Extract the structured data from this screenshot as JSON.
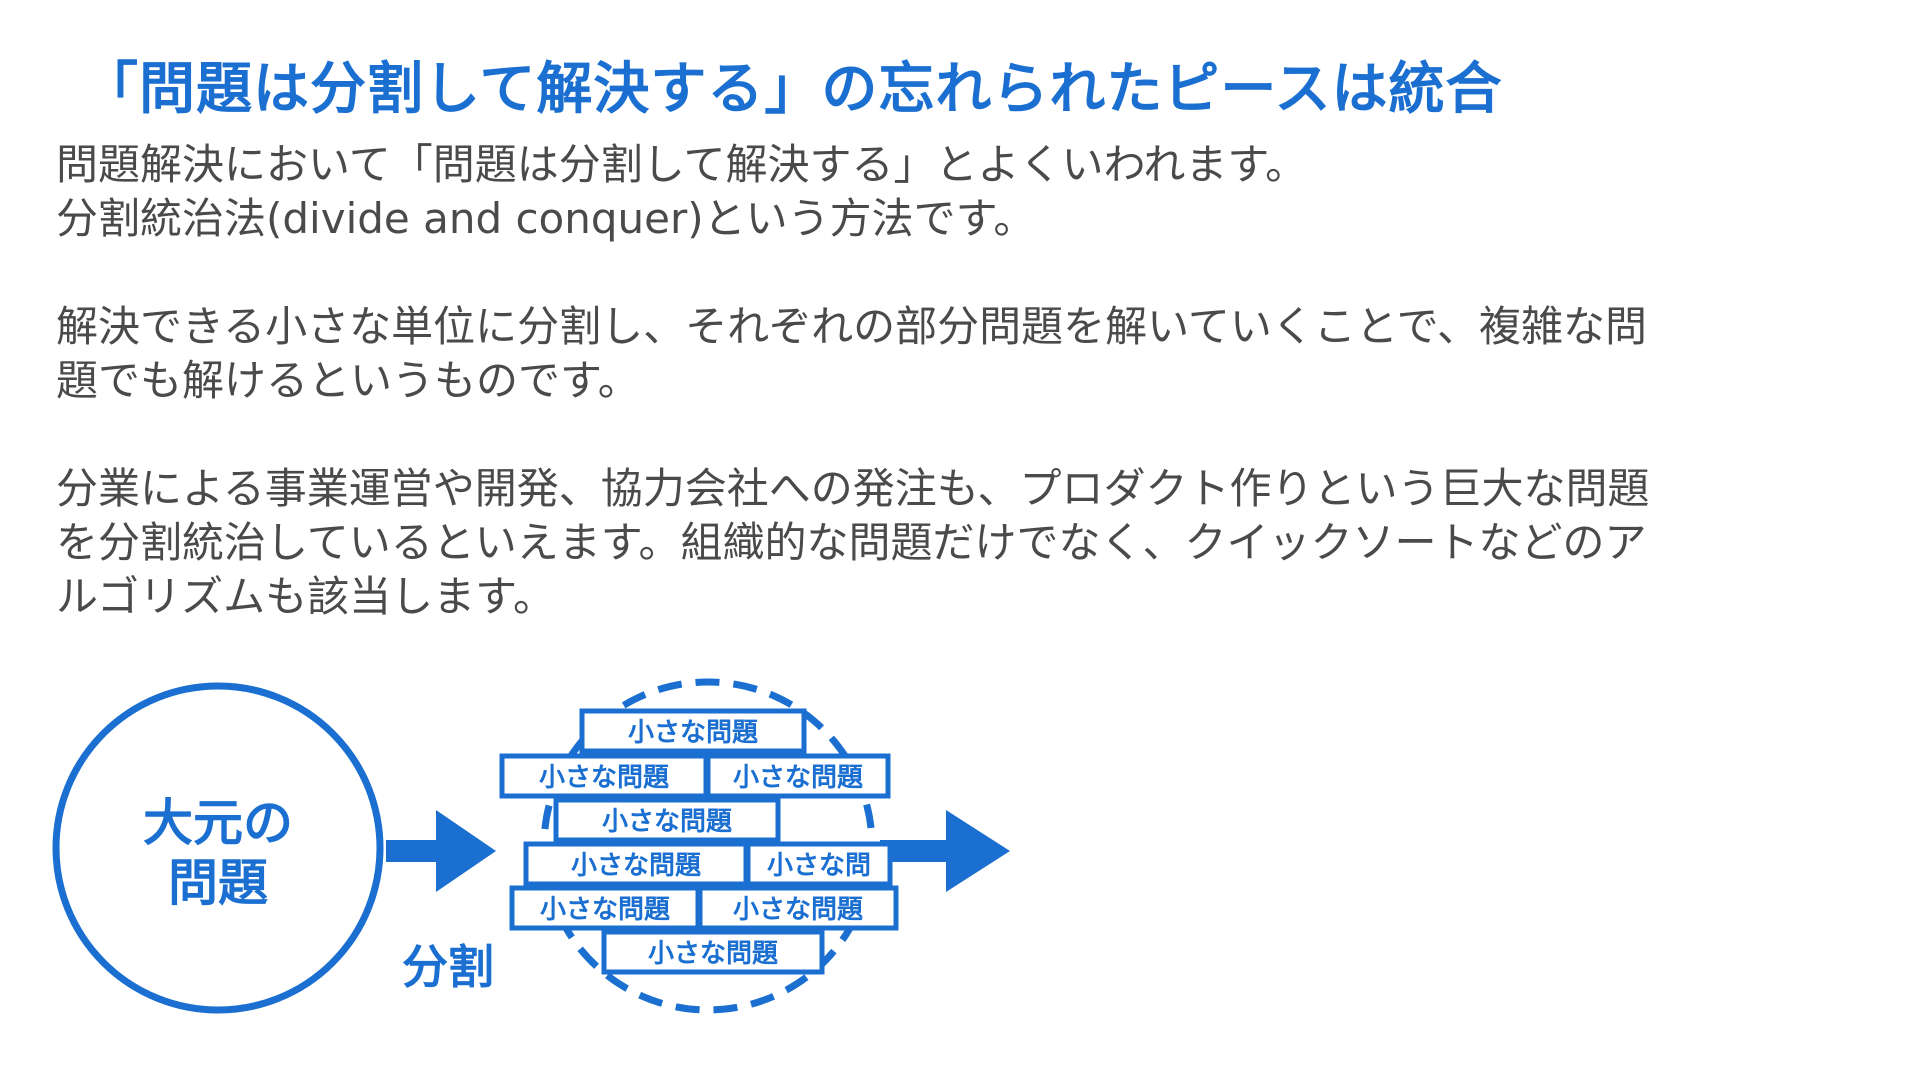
{
  "title": "「問題は分割して解決する」の忘れられたピースは統合",
  "paragraphs": [
    {
      "lines": [
        "問題解決において「問題は分割して解決する」とよくいわれます。",
        "分割統治法(divide and conquer)という方法です。"
      ]
    },
    {
      "lines": [
        "解決できる小さな単位に分割し、それぞれの部分問題を解いていくことで、複雑な問",
        "題でも解けるというものです。"
      ]
    },
    {
      "lines": [
        "分業による事業運営や開発、協力会社への発注も、プロダクト作りという巨大な問題",
        "を分割統治しているといえます。組織的な問題だけでなく、クイックソートなどのア",
        "ルゴリズムも該当します。"
      ]
    }
  ],
  "diagram": {
    "big_problem_line1": "大元の",
    "big_problem_line2": "問題",
    "split_label": "分割",
    "bricks": [
      "小さな問題",
      "小さな問題",
      "小さな問題",
      "小さな問題",
      "小さな問題",
      "小さな問",
      "小さな問題",
      "小さな問題",
      "小さな問題"
    ]
  },
  "colors": {
    "accent": "#1a6fd1",
    "text": "#4a4a4a",
    "background": "#ffffff"
  },
  "icons": [
    "arrow-right-icon",
    "arrow-right-icon"
  ]
}
